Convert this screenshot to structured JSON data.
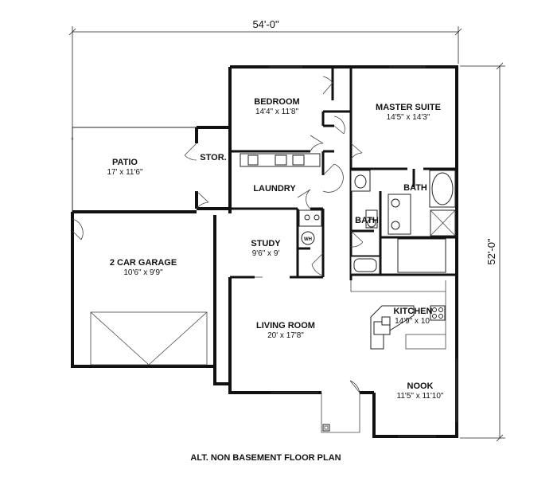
{
  "dimensions": {
    "width": "54'-0\"",
    "depth": "52'-0\""
  },
  "rooms": {
    "bedroom": {
      "name": "BEDROOM",
      "size": "14'4\" x 11'8\""
    },
    "master_suite": {
      "name": "MASTER SUITE",
      "size": "14'5\" x 14'3\""
    },
    "patio": {
      "name": "PATIO",
      "size": "17' x 11'6\""
    },
    "stor": {
      "name": "STOR."
    },
    "laundry": {
      "name": "LAUNDRY"
    },
    "bath_master": {
      "name": "BATH"
    },
    "bath_hall": {
      "name": "BATH"
    },
    "garage": {
      "name": "2 CAR GARAGE",
      "size": "10'6\" x 9'9\""
    },
    "study": {
      "name": "STUDY",
      "size": "9'6\" x 9'"
    },
    "kitchen": {
      "name": "KITCHEN",
      "size": "14'9\" x 10'"
    },
    "living": {
      "name": "LIVING ROOM",
      "size": "20' x 17'8\""
    },
    "nook": {
      "name": "NOOK",
      "size": "11'5\" x 11'10\""
    }
  },
  "appliances": {
    "water_heater": "WH"
  },
  "caption": "ALT. NON BASEMENT FLOOR PLAN"
}
